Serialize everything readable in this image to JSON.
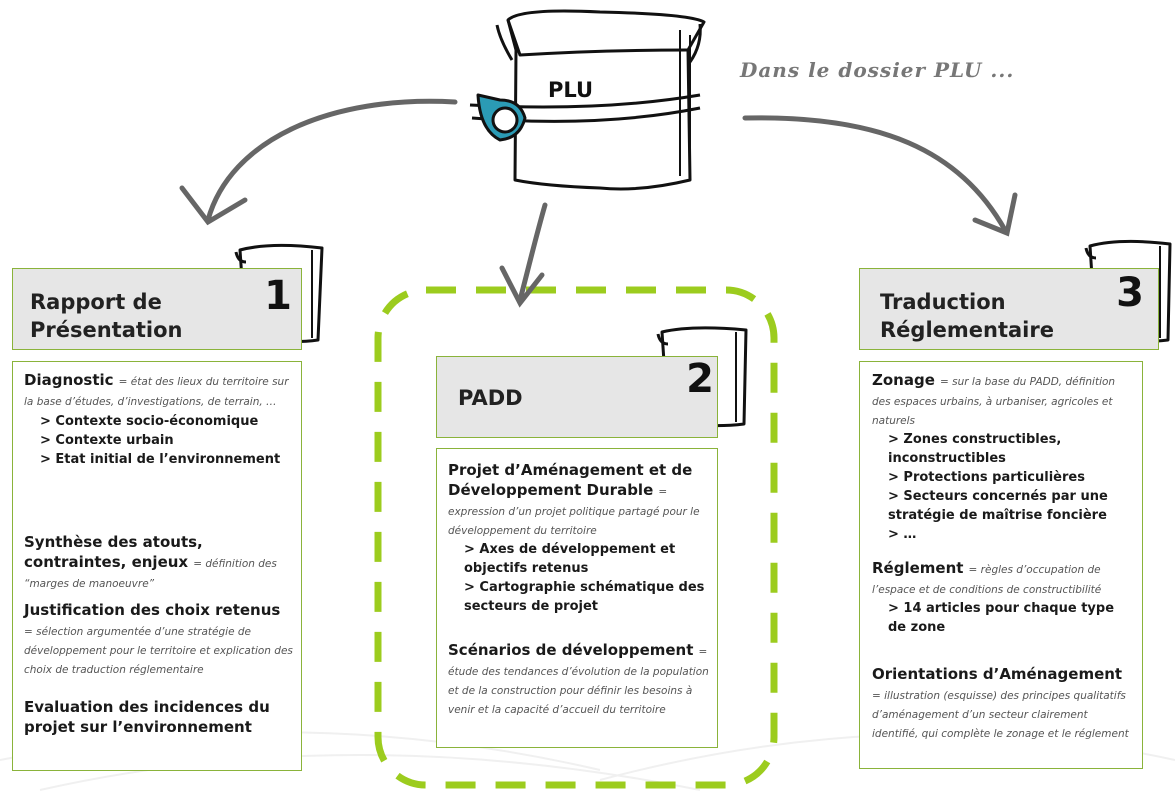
{
  "caption": "Dans le dossier PLU ...",
  "plu_label": "PLU",
  "colors": {
    "border": "#8ab33a",
    "dash": "#9ccc1e",
    "header_bg": "#e6e6e6",
    "arrow": "#666666"
  },
  "icons": [
    "folder-icon",
    "ribbon-icon"
  ],
  "col1": {
    "title_line1": "Rapport de",
    "title_line2": "Présentation",
    "number": "1",
    "diagnostic_head": "Diagnostic",
    "diagnostic_note": "= état des lieux du territoire sur la base d’études, d’investigations, de terrain, …",
    "items": [
      "> Contexte socio-économique",
      "> Contexte urbain",
      "> Etat initial de l’environnement"
    ],
    "synthese_head": "Synthèse des atouts, contraintes, enjeux",
    "synthese_note": "= définition des “marges de manoeuvre”",
    "justif_head": "Justification des choix retenus",
    "justif_note": "= sélection argumentée d’une stratégie de développement pour le territoire et explication des choix de traduction réglementaire",
    "eval_head": "Evaluation des incidences du projet sur l’environnement"
  },
  "col2": {
    "title": "PADD",
    "number": "2",
    "projet_head": "Projet d’Aménagement et de Développement Durable",
    "projet_note": "= expression d’un projet politique partagé pour le développement du territoire",
    "items": [
      "> Axes de développement et objectifs retenus",
      "> Cartographie schématique des secteurs de projet"
    ],
    "scen_head": "Scénarios de développement",
    "scen_note": "= étude des tendances d’évolution de la population et de la construction pour définir les besoins à venir et la capacité d’accueil du territoire"
  },
  "col3": {
    "title_line1": "Traduction",
    "title_line2": "Réglementaire",
    "number": "3",
    "zonage_head": "Zonage",
    "zonage_note": "= sur la base du PADD, définition des espaces urbains, à urbaniser, agricoles et naturels",
    "zonage_items": [
      "> Zones constructibles, inconstructibles",
      "> Protections particulières",
      "> Secteurs concernés par une stratégie de maîtrise foncière",
      "> …"
    ],
    "reglement_head": "Réglement",
    "reglement_note": "= règles d’occupation de l’espace et de conditions de constructibilité",
    "reglement_items": [
      "> 14 articles pour chaque type de zone"
    ],
    "orient_head": "Orientations d’Aménagement",
    "orient_note": "= illustration (esquisse) des principes qualitatifs d’aménagement d’un secteur clairement identifié, qui complète le zonage et le réglement"
  }
}
